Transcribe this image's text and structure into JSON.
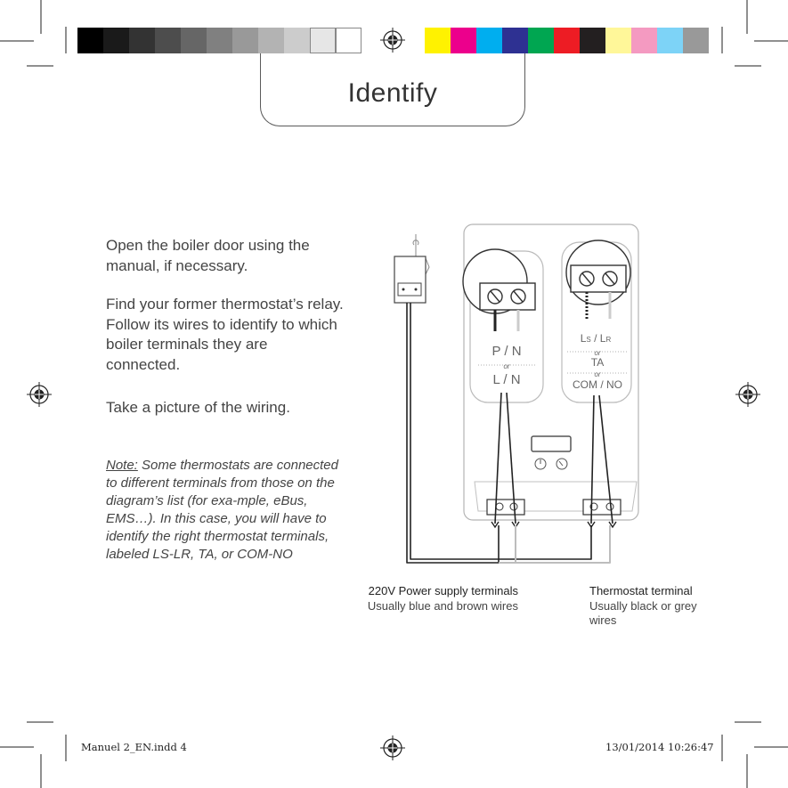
{
  "header": {
    "title": "Identify"
  },
  "instructions": {
    "paragraph_1": "Open the boiler door using the manual, if necessary.",
    "paragraph_2": "Find your former thermostat’s relay. Follow its wires to identify to which boiler terminals they are connected.",
    "paragraph_3": "Take a picture of the wiring."
  },
  "note": {
    "label": "Note:",
    "text": " Some thermostats are connected to different terminals from those on the diagram’s list (for exa-mple, eBus, EMS…). In this case, you will have to identify the right thermostat terminals, labeled LS-LR, TA, or COM-NO"
  },
  "diagram": {
    "power_terminal": {
      "line1": "P / N",
      "or": "or",
      "line2": "L / N"
    },
    "thermostat_terminal": {
      "line1_main": "L",
      "line1_sub": "S",
      "line1_sep": " / ",
      "line1_main2": "L",
      "line1_sub2": "R",
      "or1": "or",
      "line2": "TA",
      "or2": "or",
      "line3": "COM / NO"
    }
  },
  "captions": {
    "power": {
      "title": "220V Power supply terminals",
      "subtitle": "Usually blue and brown wires"
    },
    "thermostat": {
      "title": "Thermostat terminal",
      "subtitle": "Usually black or grey wires"
    }
  },
  "footer": {
    "file": "Manuel 2_EN.indd   4",
    "date": "13/01/2014   10:26:47"
  },
  "colors": {
    "gray_swatches": [
      "#000000",
      "#1a1a1a",
      "#333333",
      "#4d4d4d",
      "#666666",
      "#808080",
      "#999999",
      "#b3b3b3",
      "#cccccc",
      "#e6e6e6",
      "#ffffff"
    ],
    "color_swatches": [
      "#fff200",
      "#ec008c",
      "#00aeef",
      "#2e3192",
      "#00a651",
      "#ed1c24",
      "#231f20",
      "#fff799",
      "#f49ac1",
      "#7dd3f7",
      "#999999"
    ]
  }
}
